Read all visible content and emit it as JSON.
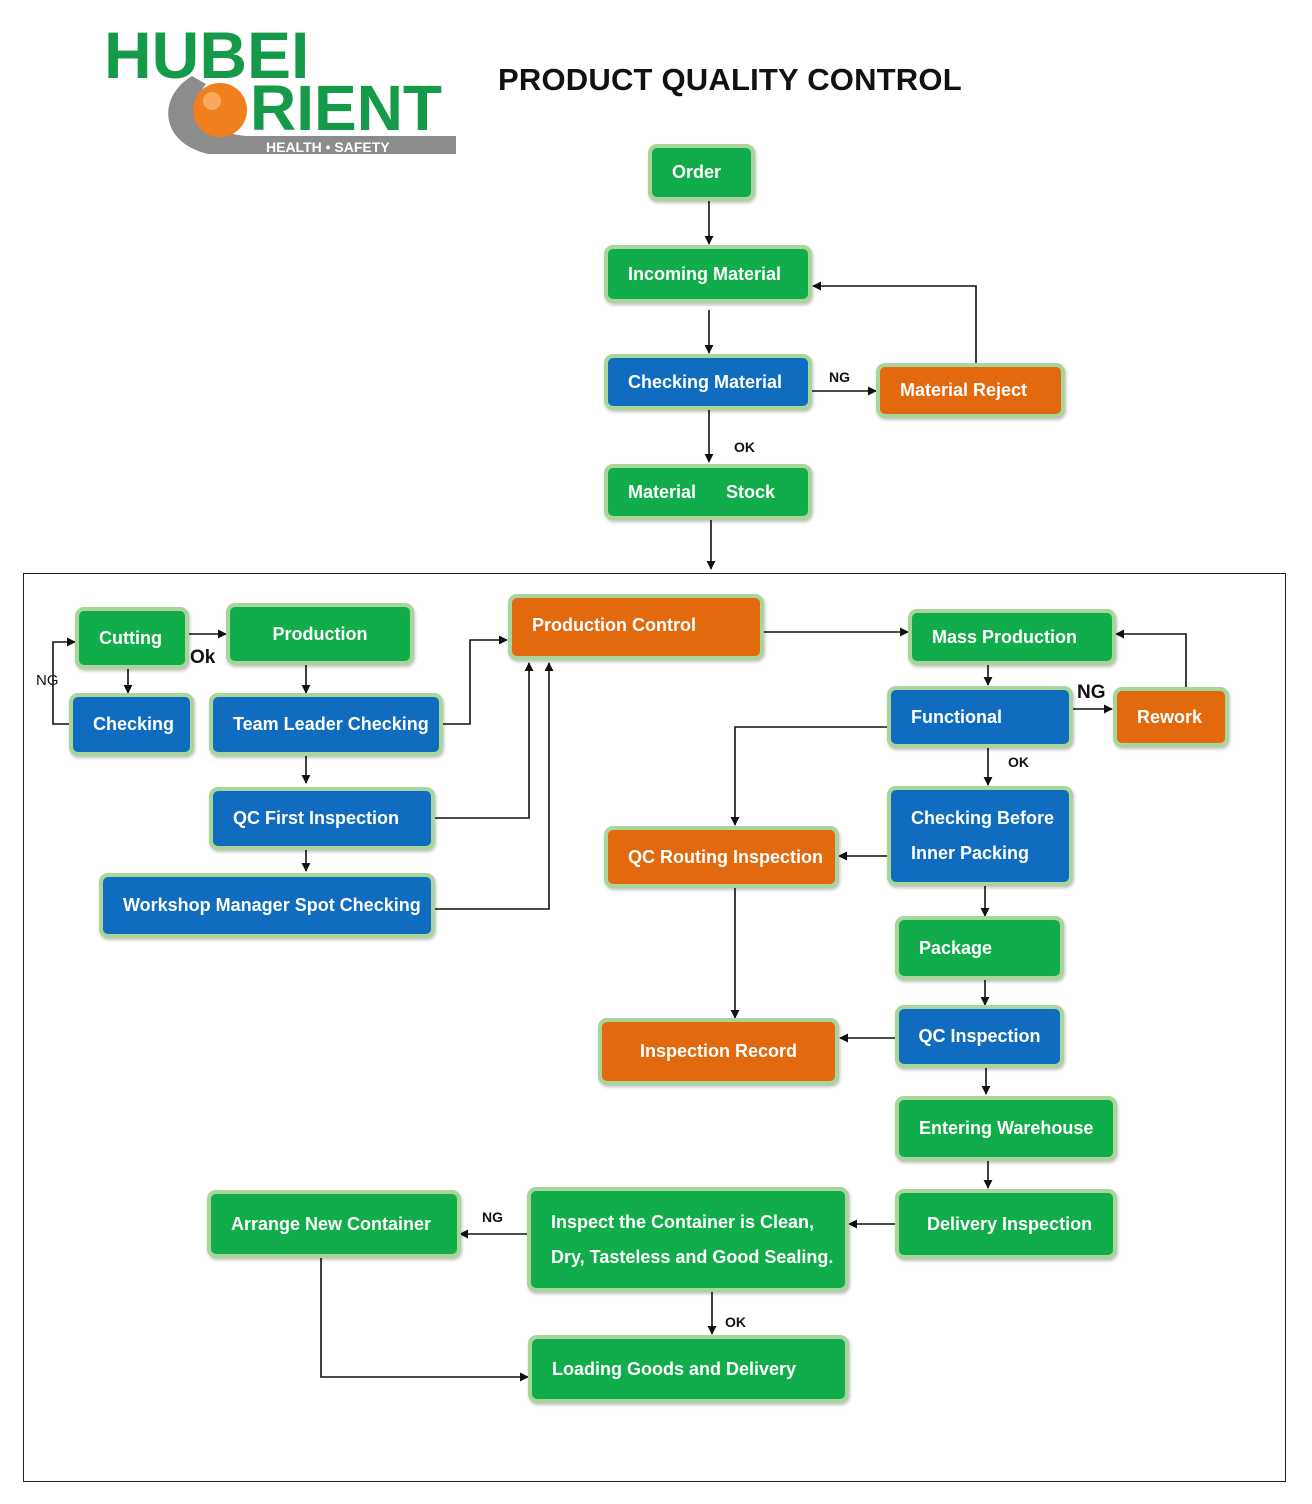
{
  "logo": {
    "top_text": "HUBEI",
    "bottom_text": "ORIENT",
    "tagline": "HEALTH  •  SAFETY",
    "colors": {
      "green": "#149a48",
      "orange": "#f07f1d",
      "gray": "#8c8c8c"
    }
  },
  "title": "PRODUCT QUALITY CONTROL",
  "colors": {
    "green": "#12ad4b",
    "blue": "#0f6cbf",
    "orange": "#e2690e",
    "border": "#a8d59a"
  },
  "nodes": {
    "order": "Order",
    "incoming_material": "Incoming Material",
    "checking_material": "Checking Material",
    "material_reject": "Material Reject",
    "material_stock": "Material      Stock",
    "cutting": "Cutting",
    "checking": "Checking",
    "production": "Production",
    "team_leader_checking": "Team Leader Checking",
    "qc_first_inspection": "QC First Inspection",
    "workshop_manager_spot_checking": "Workshop Manager Spot Checking",
    "production_control": "Production Control",
    "mass_production": "Mass Production",
    "functional": "Functional",
    "rework": "Rework",
    "checking_before_inner_packing_line1": "Checking Before",
    "checking_before_inner_packing_line2": "Inner Packing",
    "qc_routing_inspection": "QC Routing Inspection",
    "package": "Package",
    "qc_inspection": "QC Inspection",
    "inspection_record": "Inspection Record",
    "entering_warehouse": "Entering Warehouse",
    "delivery_inspection": "Delivery Inspection",
    "inspect_container_line1": "Inspect the Container is Clean,",
    "inspect_container_line2": "Dry, Tasteless and Good Sealing.",
    "arrange_new_container": "Arrange New Container",
    "loading_goods_and_delivery": "Loading Goods and Delivery"
  },
  "labels": {
    "ng_material": "NG",
    "ok_material": "OK",
    "ng_cutting": "NG",
    "ok_cutting": "Ok",
    "ng_rework": "NG",
    "ok_functional": "OK",
    "ng_container": "NG",
    "ok_container": "OK"
  }
}
